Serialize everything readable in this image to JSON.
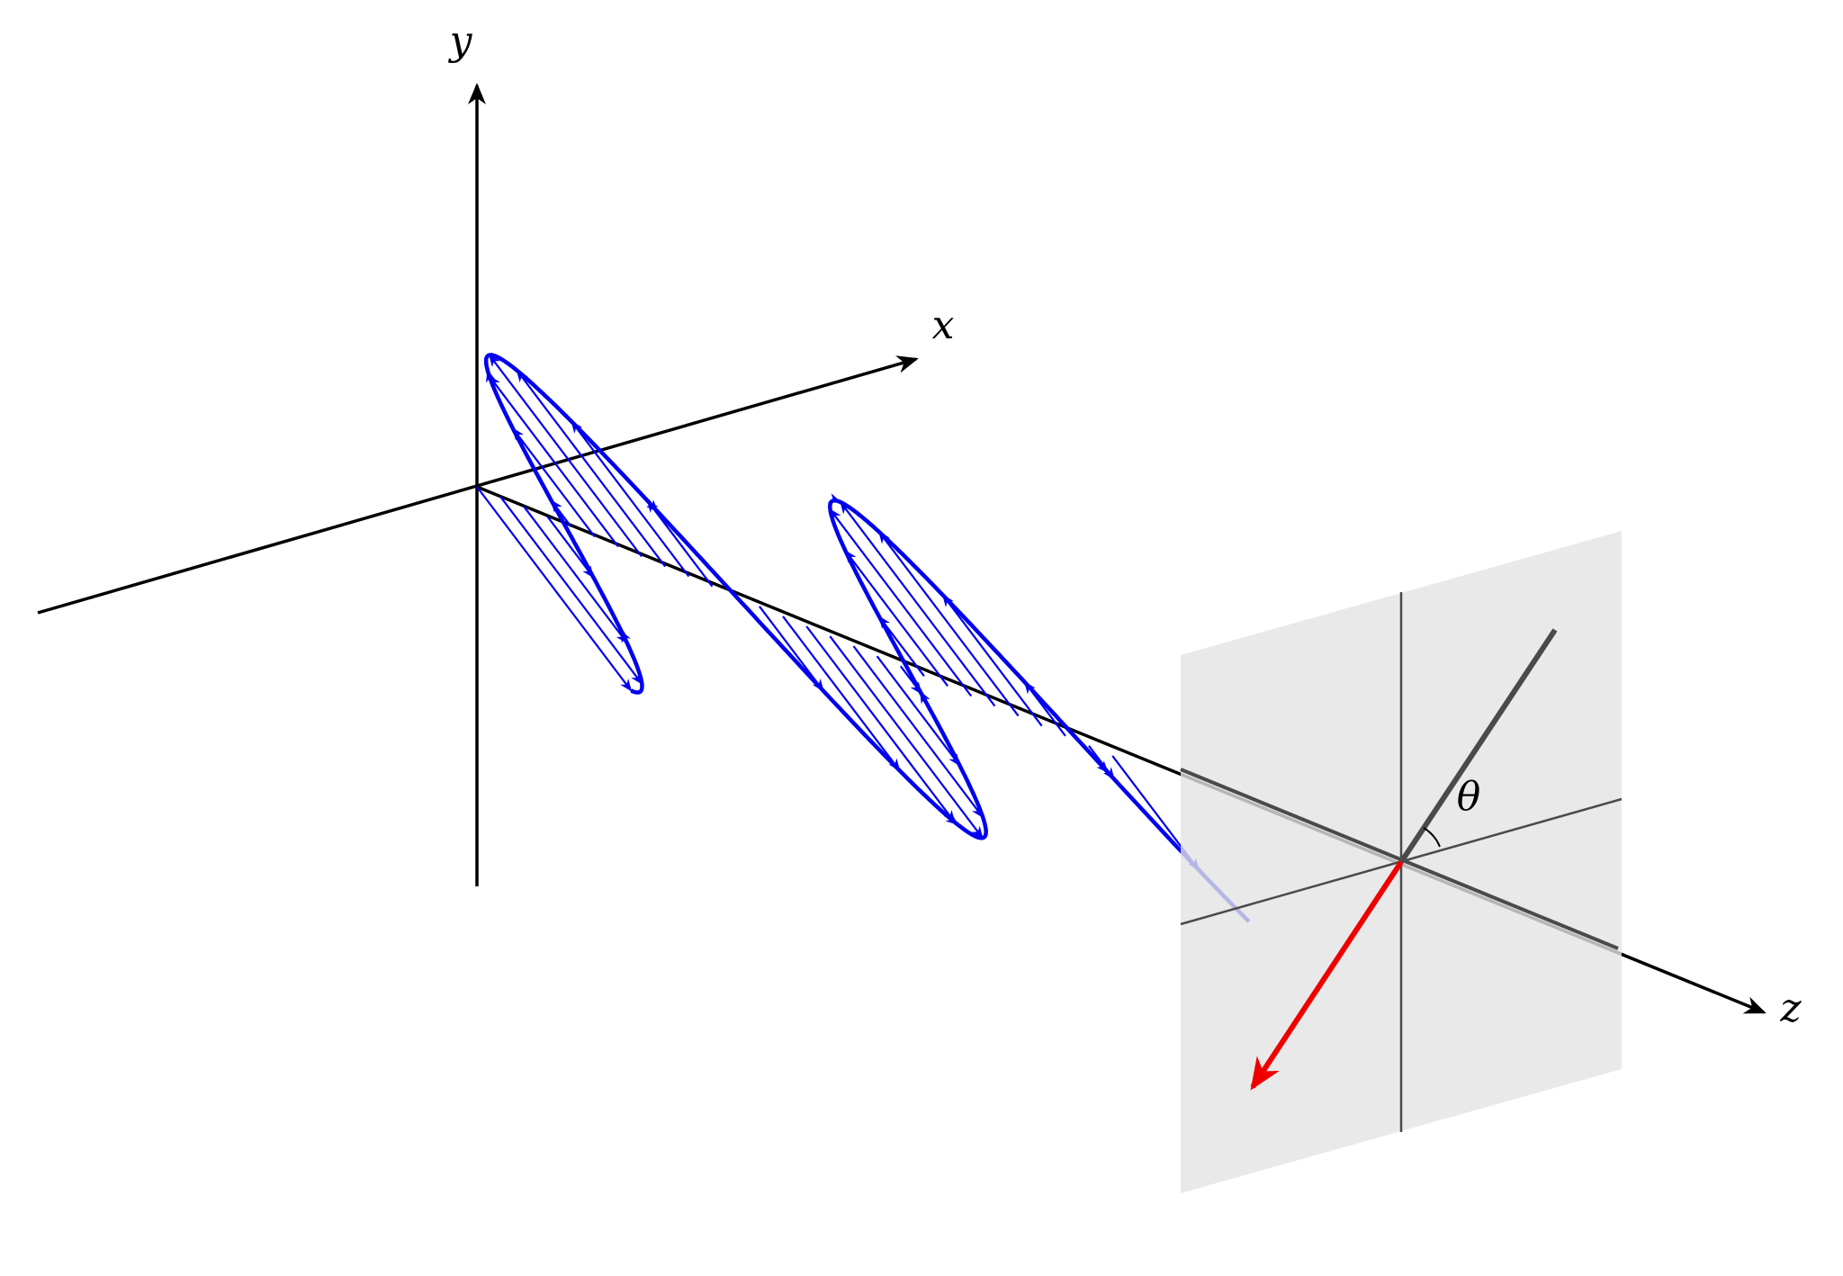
{
  "labels": {
    "y_axis": "y",
    "x_axis": "x",
    "z_axis": "z",
    "angle": "θ"
  },
  "colors": {
    "axes": "#000000",
    "wave": "#0000ee",
    "field_vector": "#ee0000",
    "plane": "#e3e3e3",
    "plane_lines": "#4a4a4a"
  }
}
